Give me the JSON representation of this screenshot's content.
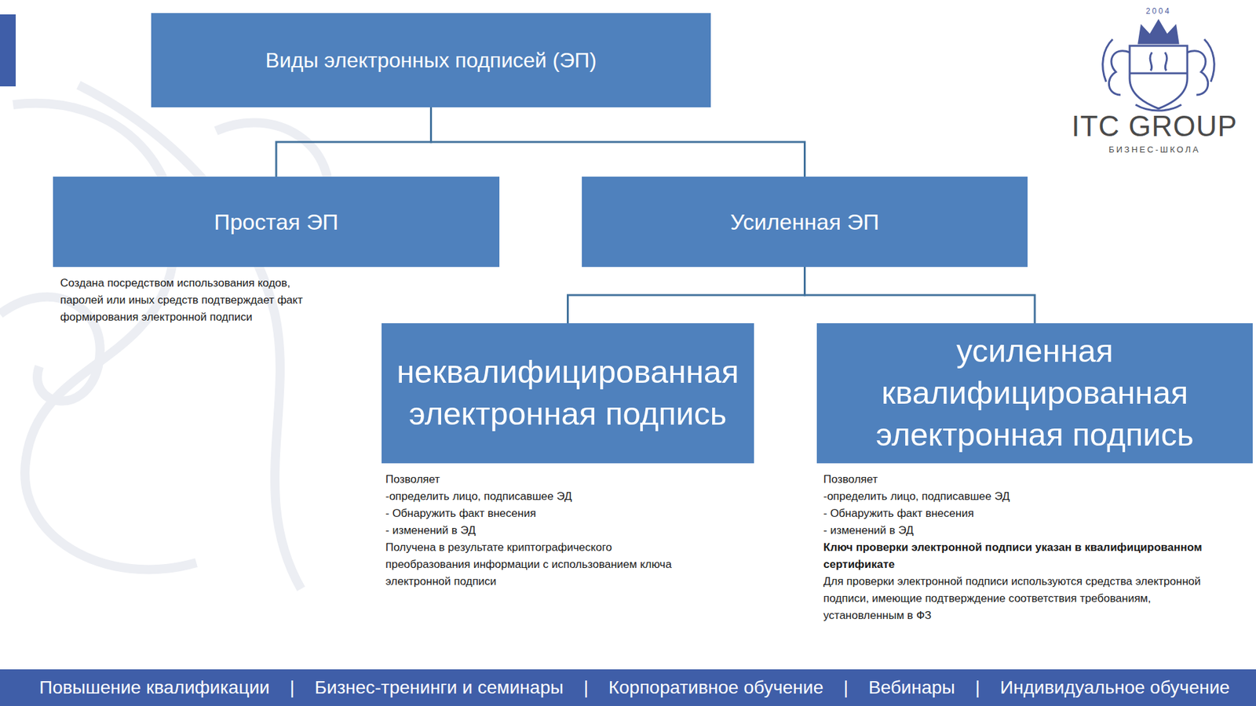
{
  "diagram": {
    "nodes": [
      {
        "text": [
          "Виды электронных подписей (ЭП)"
        ]
      },
      {
        "text": [
          "Простая ЭП",
          "Создана посредством использования кодов, паролей или иных средств подтверждает факт формирования электронной подписи"
        ]
      },
      {
        "text": [
          "Усиленная ЭП"
        ]
      },
      {
        "text": [
          "неквалифицированная электронная подпись",
          "Позволяет",
          "-определить лицо, подписавшее ЭД",
          "- Обнаружить факт внесения",
          "- изменений в ЭД",
          "Получена в результате криптографического преобразования информации с использованием ключа электронной подписи"
        ]
      },
      {
        "text": [
          "усиленная квалифицированная электронная подпись",
          "Позволяет",
          "-определить лицо, подписавшее ЭД",
          "- Обнаружить факт внесения",
          "- изменений в ЭД",
          "Ключ проверки электронной подписи указан в квалифицированном сертификате",
          "Для проверки электронной подписи используются средства электронной подписи, имеющие подтверждение соответствия требованиям, установленным в ФЗ"
        ]
      }
    ],
    "edges": [
      {
        "from": 0,
        "to": 1,
        "arrow": "none"
      },
      {
        "from": 0,
        "to": 2,
        "arrow": "none"
      },
      {
        "from": 2,
        "to": 3,
        "arrow": "none"
      },
      {
        "from": 2,
        "to": 4,
        "arrow": "none"
      }
    ],
    "labels": [
      "2004",
      "ITC GROUP",
      "БИЗНЕС-ШКОЛА",
      "Повышение квалификации",
      "|",
      "Бизнес-тренинги и семинары",
      "|",
      "Корпоративное обучение",
      "|",
      "Вебинары",
      "|",
      "Индивидуальное обучение"
    ]
  }
}
